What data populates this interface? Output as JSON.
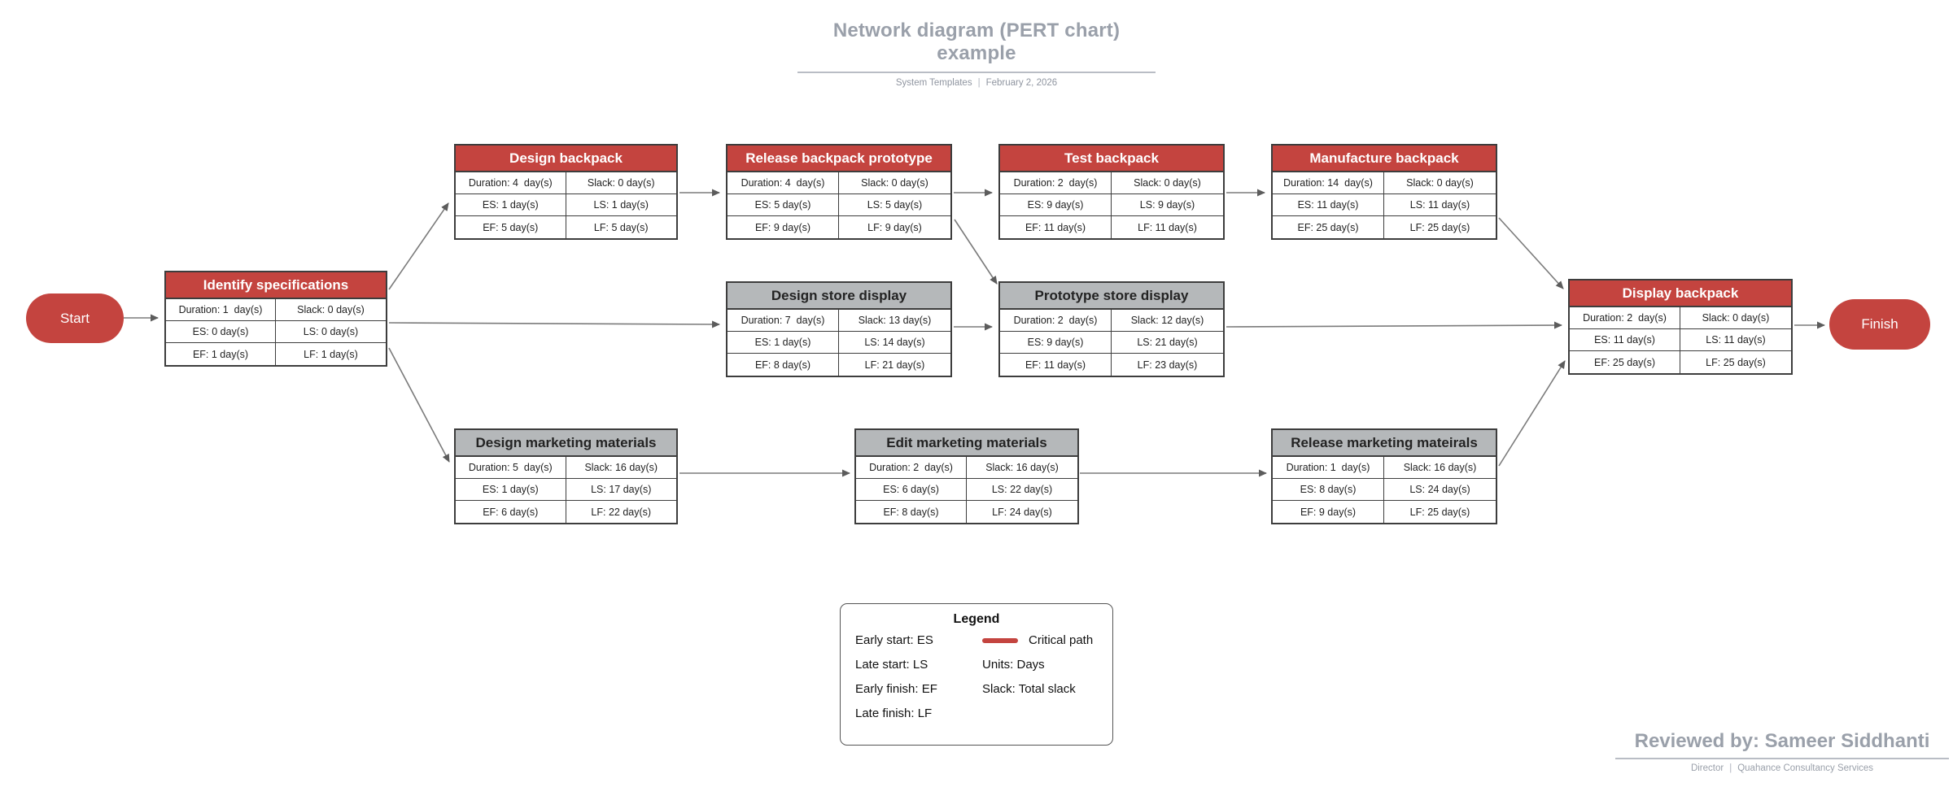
{
  "header": {
    "title": "Network diagram (PERT chart) example",
    "byline": "System Templates",
    "separator": "|",
    "date": "February 2, 2026"
  },
  "footer": {
    "reviewed_by": "Reviewed by: Sameer Siddhanti",
    "role": "Director",
    "separator": "|",
    "org": "Quahance Consultancy Services"
  },
  "terminals": {
    "start": "Start",
    "finish": "Finish"
  },
  "colors": {
    "critical_red": "#c4443f",
    "noncritical_gray": "#b5b8ba",
    "node_border": "#3d3d3d",
    "connector_gray": "#7b7b7b",
    "heading_gray": "#9aa0aa"
  },
  "legend": {
    "title": "Legend",
    "items_left": [
      "Early start: ES",
      "Late start: LS",
      "Early finish: EF",
      "Late finish: LF"
    ],
    "critical_path_label": "Critical path",
    "units_label": "Units: Days",
    "slack_label": "Slack: Total slack"
  },
  "tasks": [
    {
      "id": "identify-specifications",
      "name": "Identify specifications",
      "critical": true,
      "duration": "Duration: 1  day(s)",
      "slack": "Slack: 0 day(s)",
      "es": "ES: 0 day(s)",
      "ls": "LS: 0 day(s)",
      "ef": "EF: 1 day(s)",
      "lf": "LF: 1 day(s)"
    },
    {
      "id": "design-backpack",
      "name": "Design backpack",
      "critical": true,
      "duration": "Duration: 4  day(s)",
      "slack": "Slack: 0 day(s)",
      "es": "ES: 1 day(s)",
      "ls": "LS: 1 day(s)",
      "ef": "EF: 5 day(s)",
      "lf": "LF: 5 day(s)"
    },
    {
      "id": "release-backpack-prototype",
      "name": "Release backpack prototype",
      "critical": true,
      "duration": "Duration: 4  day(s)",
      "slack": "Slack: 0 day(s)",
      "es": "ES: 5 day(s)",
      "ls": "LS: 5 day(s)",
      "ef": "EF: 9 day(s)",
      "lf": "LF: 9 day(s)"
    },
    {
      "id": "test-backpack",
      "name": "Test backpack",
      "critical": true,
      "duration": "Duration: 2  day(s)",
      "slack": "Slack: 0 day(s)",
      "es": "ES: 9 day(s)",
      "ls": "LS: 9 day(s)",
      "ef": "EF: 11 day(s)",
      "lf": "LF: 11 day(s)"
    },
    {
      "id": "manufacture-backpack",
      "name": "Manufacture backpack",
      "critical": true,
      "duration": "Duration: 14  day(s)",
      "slack": "Slack: 0 day(s)",
      "es": "ES: 11 day(s)",
      "ls": "LS: 11 day(s)",
      "ef": "EF: 25 day(s)",
      "lf": "LF: 25 day(s)"
    },
    {
      "id": "design-store-display",
      "name": "Design store display",
      "critical": false,
      "duration": "Duration: 7  day(s)",
      "slack": "Slack: 13 day(s)",
      "es": "ES: 1 day(s)",
      "ls": "LS: 14 day(s)",
      "ef": "EF: 8 day(s)",
      "lf": "LF: 21 day(s)"
    },
    {
      "id": "prototype-store-display",
      "name": "Prototype store display",
      "critical": false,
      "duration": "Duration: 2  day(s)",
      "slack": "Slack: 12 day(s)",
      "es": "ES: 9 day(s)",
      "ls": "LS: 21 day(s)",
      "ef": "EF: 11 day(s)",
      "lf": "LF: 23 day(s)"
    },
    {
      "id": "design-marketing-materials",
      "name": "Design marketing materials",
      "critical": false,
      "duration": "Duration: 5  day(s)",
      "slack": "Slack: 16 day(s)",
      "es": "ES: 1 day(s)",
      "ls": "LS: 17 day(s)",
      "ef": "EF: 6 day(s)",
      "lf": "LF: 22 day(s)"
    },
    {
      "id": "edit-marketing-materials",
      "name": "Edit marketing materials",
      "critical": false,
      "duration": "Duration: 2  day(s)",
      "slack": "Slack: 16 day(s)",
      "es": "ES: 6 day(s)",
      "ls": "LS: 22 day(s)",
      "ef": "EF: 8 day(s)",
      "lf": "LF: 24 day(s)"
    },
    {
      "id": "release-marketing-mateirals",
      "name": "Release marketing mateirals",
      "critical": false,
      "duration": "Duration: 1  day(s)",
      "slack": "Slack: 16 day(s)",
      "es": "ES: 8 day(s)",
      "ls": "LS: 24 day(s)",
      "ef": "EF: 9 day(s)",
      "lf": "LF: 25 day(s)"
    },
    {
      "id": "display-backpack",
      "name": "Display backpack",
      "critical": true,
      "duration": "Duration: 2  day(s)",
      "slack": "Slack: 0 day(s)",
      "es": "ES: 11 day(s)",
      "ls": "LS: 11 day(s)",
      "ef": "EF: 25 day(s)",
      "lf": "LF: 25 day(s)"
    }
  ],
  "edges": [
    {
      "from": "start",
      "to": "identify-specifications"
    },
    {
      "from": "identify-specifications",
      "to": "design-backpack"
    },
    {
      "from": "identify-specifications",
      "to": "design-store-display"
    },
    {
      "from": "identify-specifications",
      "to": "design-marketing-materials"
    },
    {
      "from": "design-backpack",
      "to": "release-backpack-prototype"
    },
    {
      "from": "release-backpack-prototype",
      "to": "test-backpack"
    },
    {
      "from": "release-backpack-prototype",
      "to": "prototype-store-display"
    },
    {
      "from": "test-backpack",
      "to": "manufacture-backpack"
    },
    {
      "from": "design-store-display",
      "to": "prototype-store-display"
    },
    {
      "from": "design-marketing-materials",
      "to": "edit-marketing-materials"
    },
    {
      "from": "edit-marketing-materials",
      "to": "release-marketing-mateirals"
    },
    {
      "from": "manufacture-backpack",
      "to": "display-backpack"
    },
    {
      "from": "prototype-store-display",
      "to": "display-backpack"
    },
    {
      "from": "release-marketing-mateirals",
      "to": "display-backpack"
    },
    {
      "from": "display-backpack",
      "to": "finish"
    }
  ]
}
